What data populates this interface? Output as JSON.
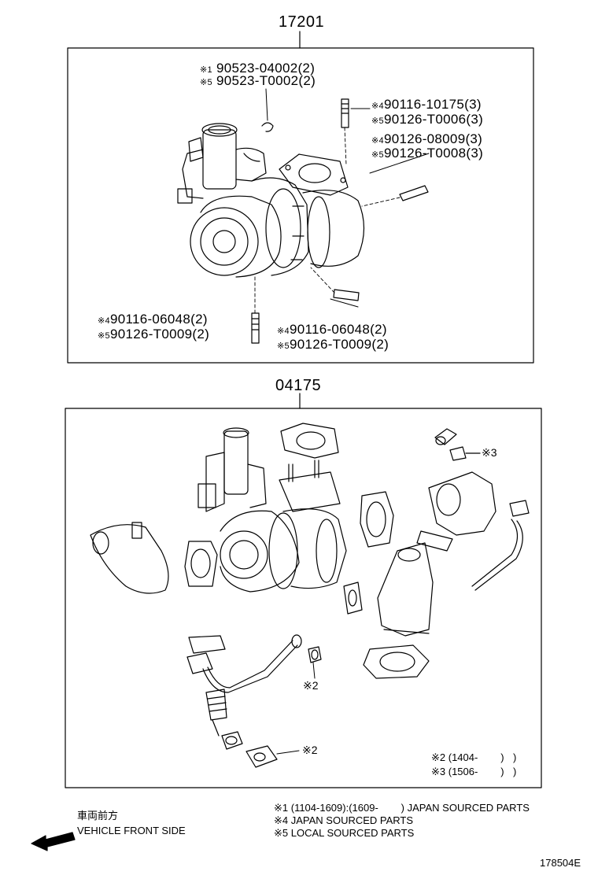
{
  "assembly": {
    "number": "17201",
    "callouts": [
      {
        "mark": "※1",
        "text": "90523-04002(2)"
      },
      {
        "mark": "※5",
        "text": "90523-T0002(2)"
      },
      {
        "mark": "※4",
        "text": "90116-10175(3)"
      },
      {
        "mark": "※5",
        "text": "90126-T0006(3)"
      },
      {
        "mark": "※4",
        "text": "90126-08009(3)"
      },
      {
        "mark": "※5",
        "text": "90126-T0008(3)"
      },
      {
        "mark": "※4",
        "text": "90116-06048(2)"
      },
      {
        "mark": "※5",
        "text": "90126-T0009(2)"
      },
      {
        "mark": "※4",
        "text": "90116-06048(2)"
      },
      {
        "mark": "※5",
        "text": "90126-T0009(2)"
      }
    ]
  },
  "kit": {
    "number": "04175",
    "marks": [
      "※3",
      "※2",
      "※2"
    ],
    "dates": [
      "※2 (1404-        )",
      "※3 (1506-        )"
    ]
  },
  "footer": {
    "direction_jp": "車両前方",
    "direction_en": "VEHICLE FRONT SIDE",
    "notes": [
      "※1 (1104-1609):(1609-        ) JAPAN SOURCED PARTS",
      "※4 JAPAN SOURCED PARTS",
      "※5 LOCAL SOURCED PARTS"
    ],
    "figure_id": "178504E"
  }
}
